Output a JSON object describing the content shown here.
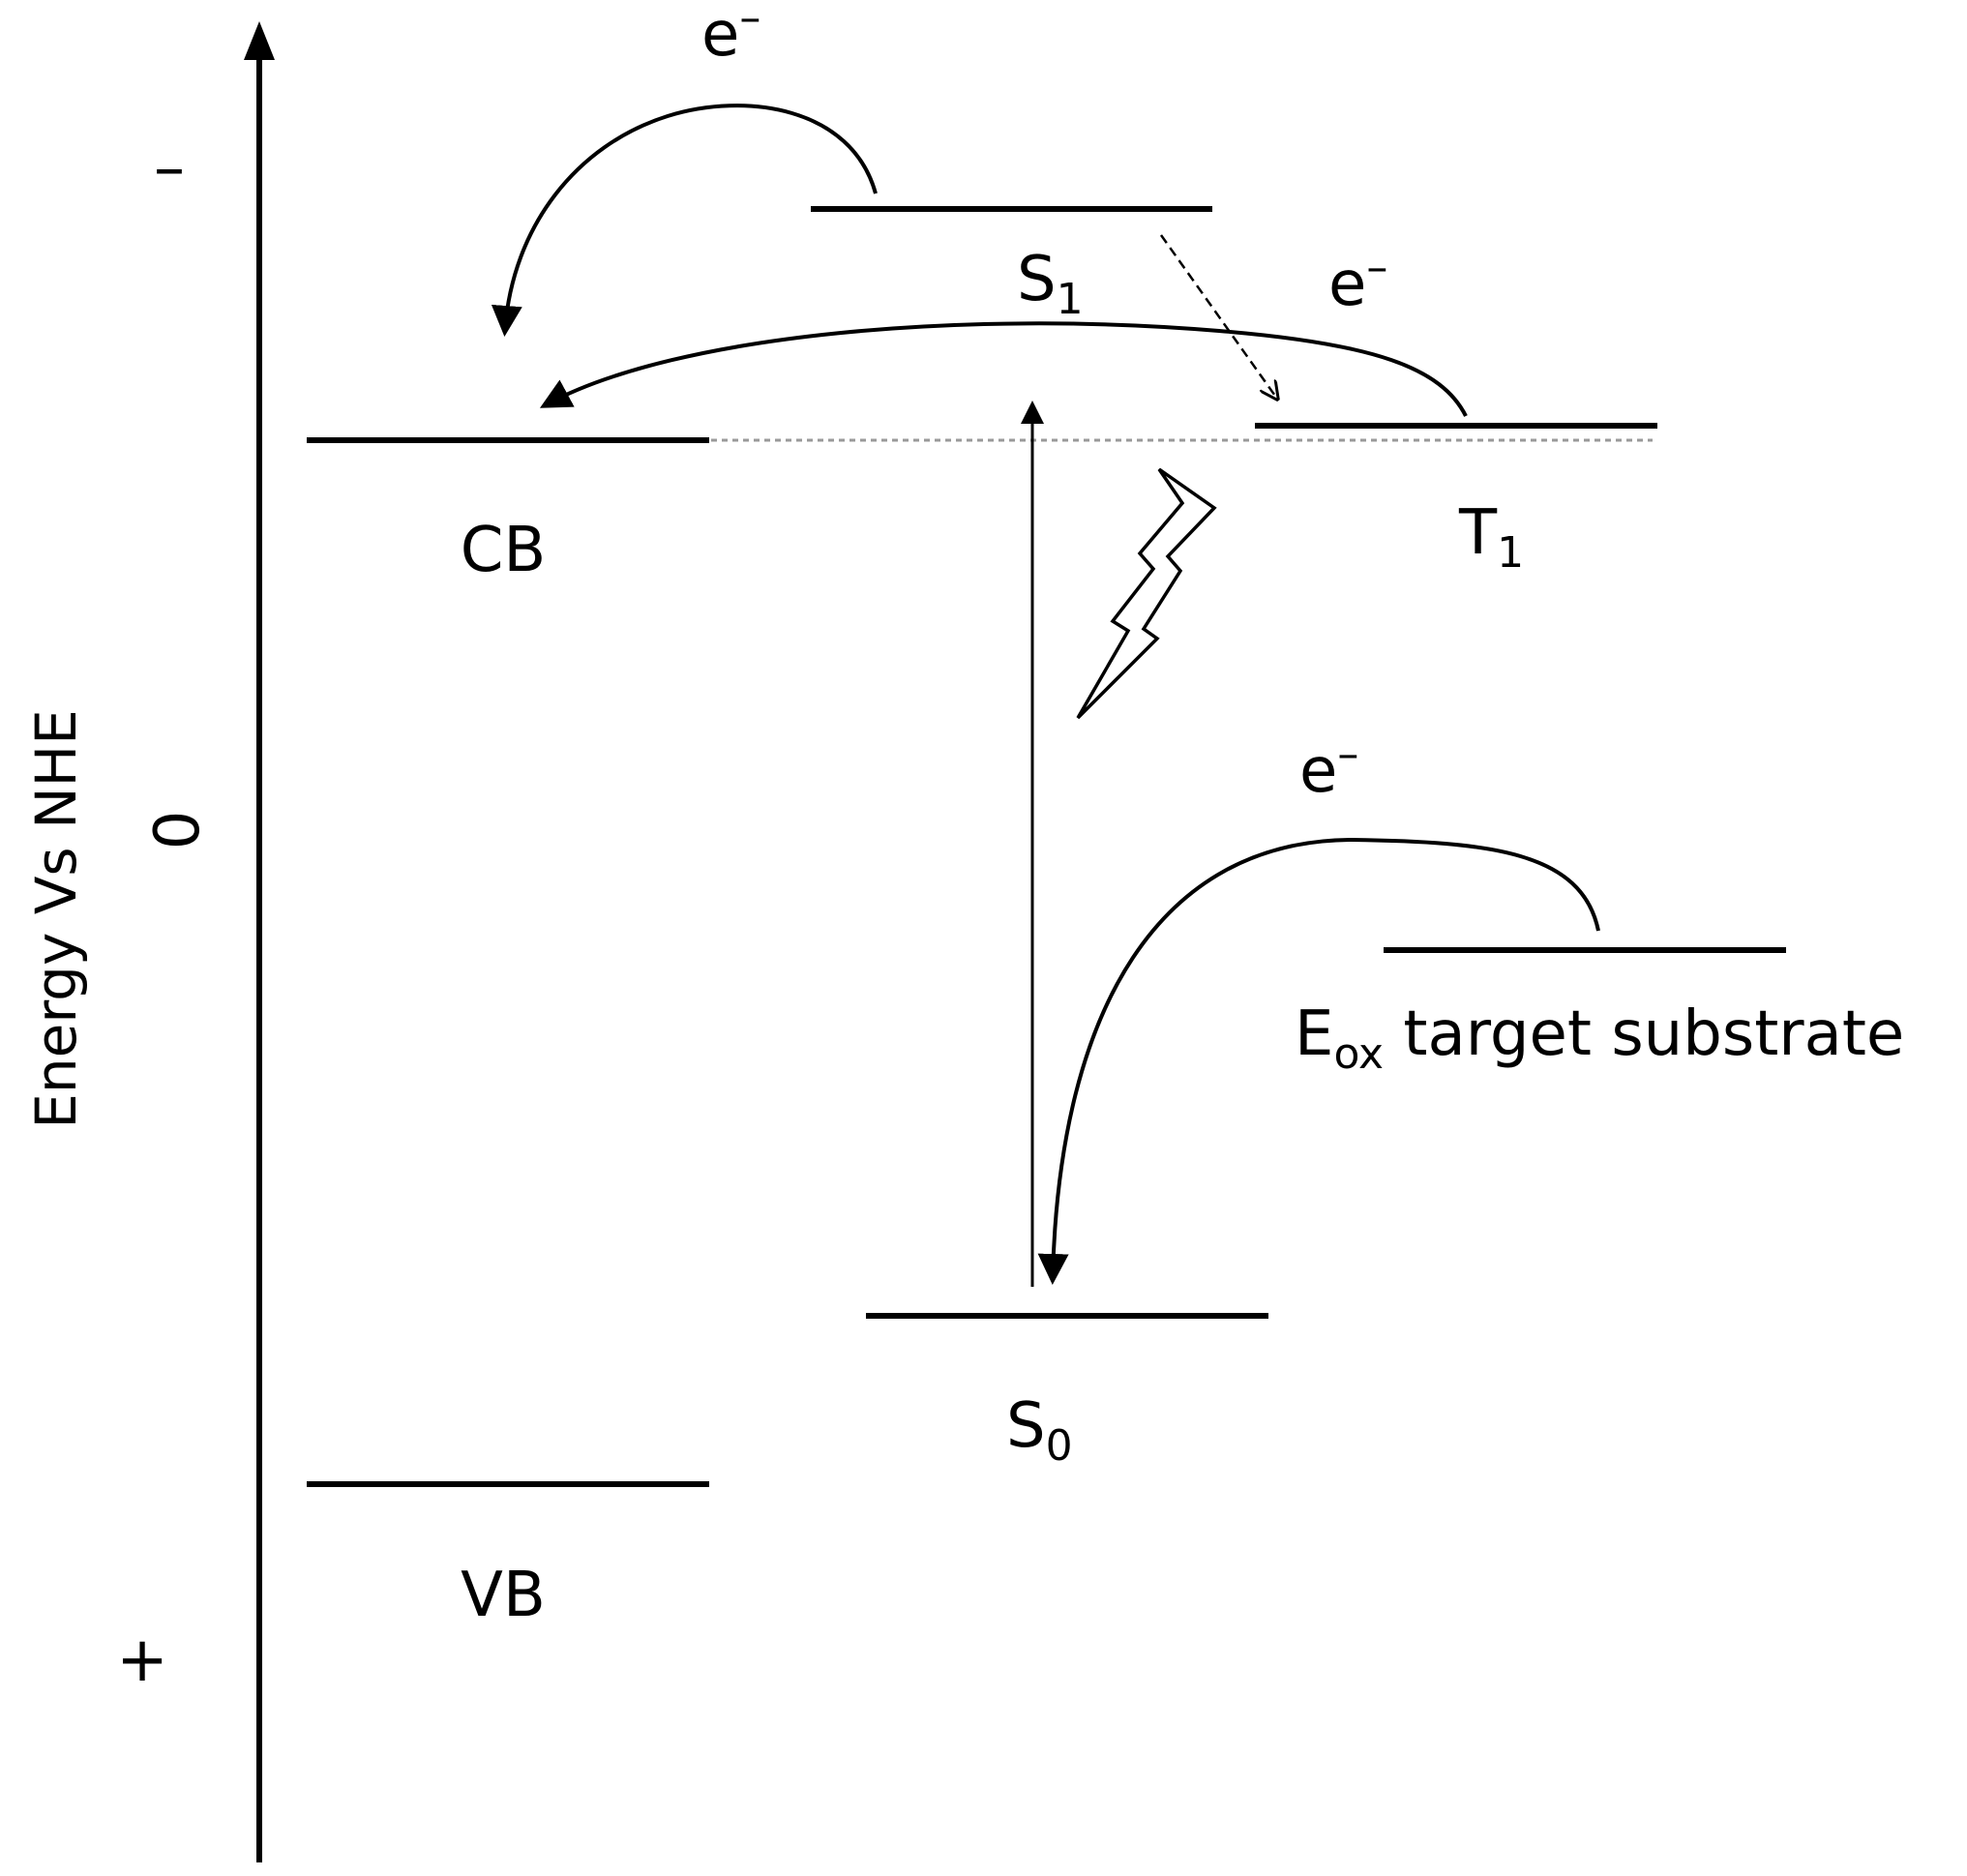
{
  "axis": {
    "title": "Energy Vs NHE",
    "tick_top": "–",
    "tick_middle": "0",
    "tick_bottom": "+"
  },
  "levels": {
    "cb": {
      "label": "CB"
    },
    "vb": {
      "label": "VB"
    },
    "s1": {
      "label_main": "S",
      "label_sub": "1"
    },
    "t1": {
      "label_main": "T",
      "label_sub": "1"
    },
    "s0": {
      "label_main": "S",
      "label_sub": "0"
    },
    "eox": {
      "label_main": "E",
      "label_sub": "ox",
      "label_rest": " target substrate"
    }
  },
  "electrons": {
    "e1": {
      "main": "e",
      "sup": "–"
    },
    "e2": {
      "main": "e",
      "sup": "–"
    },
    "e3": {
      "main": "e",
      "sup": "–"
    }
  },
  "colors": {
    "ink": "#000000",
    "dotted_line": "#9a9a9a",
    "background": "#ffffff"
  }
}
